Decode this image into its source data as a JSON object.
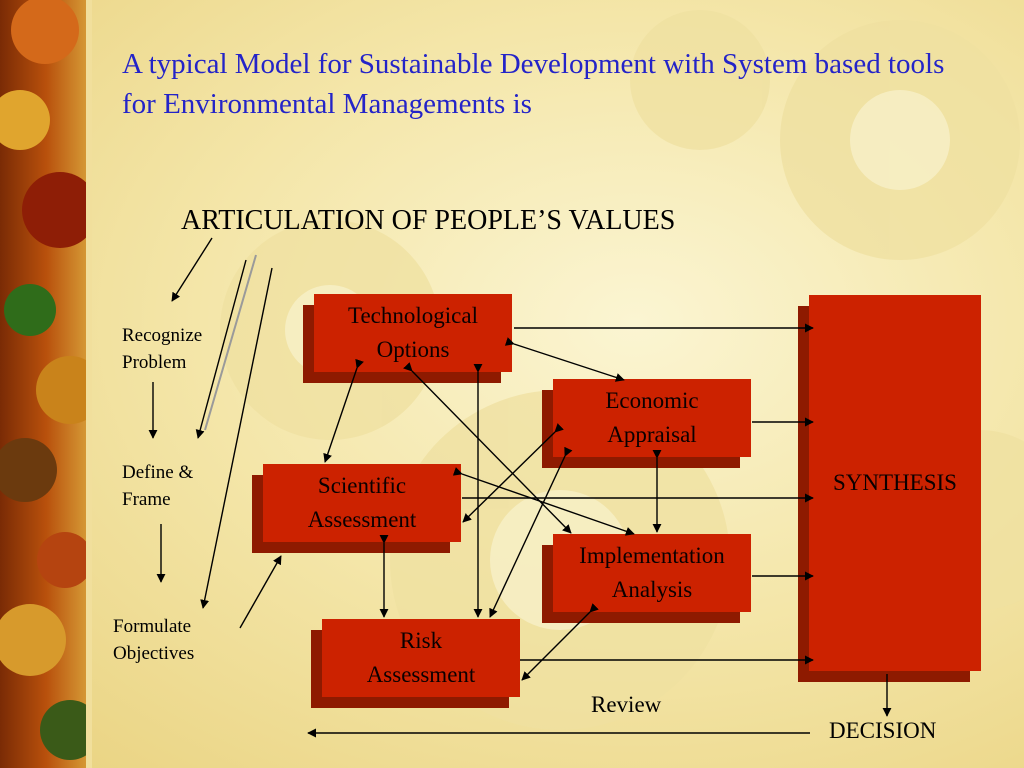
{
  "slide": {
    "title": "A typical Model for Sustainable Development with System based tools for Environmental Managements is",
    "heading": "ARTICULATION OF PEOPLE’S VALUES"
  },
  "steps": {
    "recognize": [
      "Recognize",
      "Problem"
    ],
    "define": [
      "Define &",
      "Frame"
    ],
    "formulate": [
      "Formulate",
      "Objectives"
    ]
  },
  "boxes": {
    "technological": [
      "Technological",
      "Options"
    ],
    "economic": [
      "Economic",
      "Appraisal"
    ],
    "scientific": [
      "Scientific",
      "Assessment"
    ],
    "implementation": [
      "Implementation",
      "Analysis"
    ],
    "risk": [
      "Risk",
      "Assessment"
    ],
    "synthesis": "SYNTHESIS"
  },
  "labels": {
    "review": "Review",
    "decision": "DECISION"
  },
  "colors": {
    "title": "#2424c8",
    "box_face": "#cc2200",
    "box_shadow": "#8e1a00"
  }
}
